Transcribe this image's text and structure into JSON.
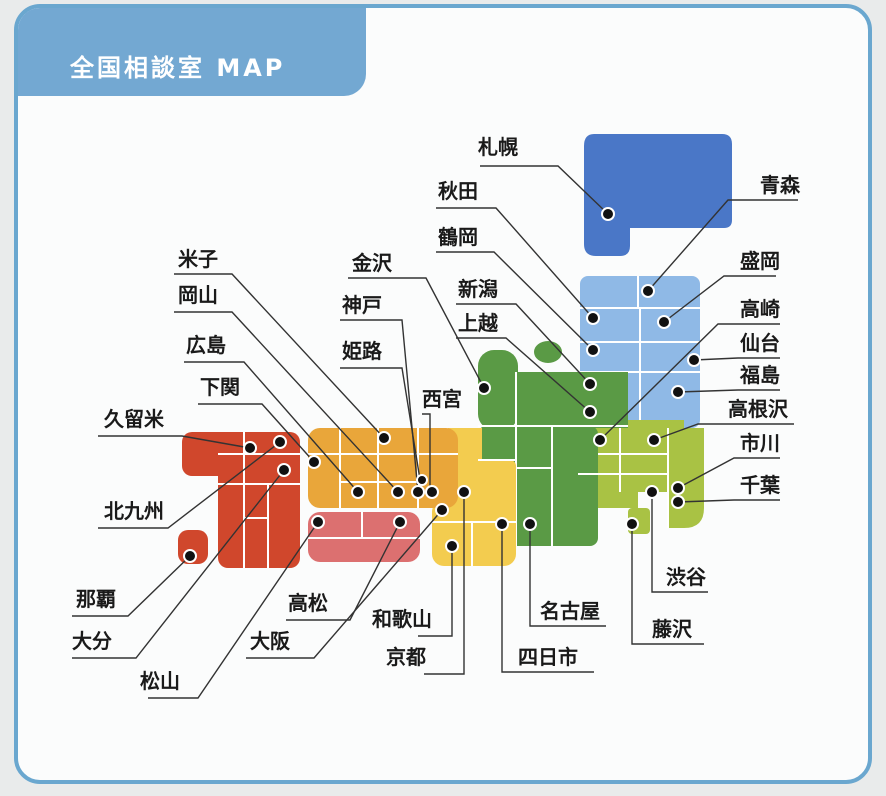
{
  "title": "全国相談室 MAP",
  "colors": {
    "frame": "#6aa7cf",
    "hokkaido": "#4a77c7",
    "tohoku": "#8fb9e6",
    "kanto": "#a9c244",
    "chubu": "#5a9a45",
    "kinki": "#f3cc4f",
    "chugoku": "#e9a63a",
    "shikoku": "#dc7070",
    "kyushu": "#d0472c"
  },
  "cities": [
    {
      "id": "sapporo",
      "label": "札幌"
    },
    {
      "id": "aomori",
      "label": "青森"
    },
    {
      "id": "akita",
      "label": "秋田"
    },
    {
      "id": "tsuruoka",
      "label": "鶴岡"
    },
    {
      "id": "morioka",
      "label": "盛岡"
    },
    {
      "id": "niigata",
      "label": "新潟"
    },
    {
      "id": "joetsu",
      "label": "上越"
    },
    {
      "id": "takasaki",
      "label": "高崎"
    },
    {
      "id": "sendai",
      "label": "仙台"
    },
    {
      "id": "fukushima",
      "label": "福島"
    },
    {
      "id": "takanezawa",
      "label": "高根沢"
    },
    {
      "id": "ichikawa",
      "label": "市川"
    },
    {
      "id": "chiba",
      "label": "千葉"
    },
    {
      "id": "shibuya",
      "label": "渋谷"
    },
    {
      "id": "fujisawa",
      "label": "藤沢"
    },
    {
      "id": "nagoya",
      "label": "名古屋"
    },
    {
      "id": "yokkaichi",
      "label": "四日市"
    },
    {
      "id": "kyoto",
      "label": "京都"
    },
    {
      "id": "wakayama",
      "label": "和歌山"
    },
    {
      "id": "osaka",
      "label": "大阪"
    },
    {
      "id": "takamatsu",
      "label": "高松"
    },
    {
      "id": "matsuyama",
      "label": "松山"
    },
    {
      "id": "oita",
      "label": "大分"
    },
    {
      "id": "naha",
      "label": "那覇"
    },
    {
      "id": "kitakyushu",
      "label": "北九州"
    },
    {
      "id": "kurume",
      "label": "久留米"
    },
    {
      "id": "shimonoseki",
      "label": "下関"
    },
    {
      "id": "hiroshima",
      "label": "広島"
    },
    {
      "id": "okayama",
      "label": "岡山"
    },
    {
      "id": "yonago",
      "label": "米子"
    },
    {
      "id": "kanazawa",
      "label": "金沢"
    },
    {
      "id": "kobe",
      "label": "神戸"
    },
    {
      "id": "himeji",
      "label": "姫路"
    },
    {
      "id": "nishinomiya",
      "label": "西宮"
    }
  ]
}
